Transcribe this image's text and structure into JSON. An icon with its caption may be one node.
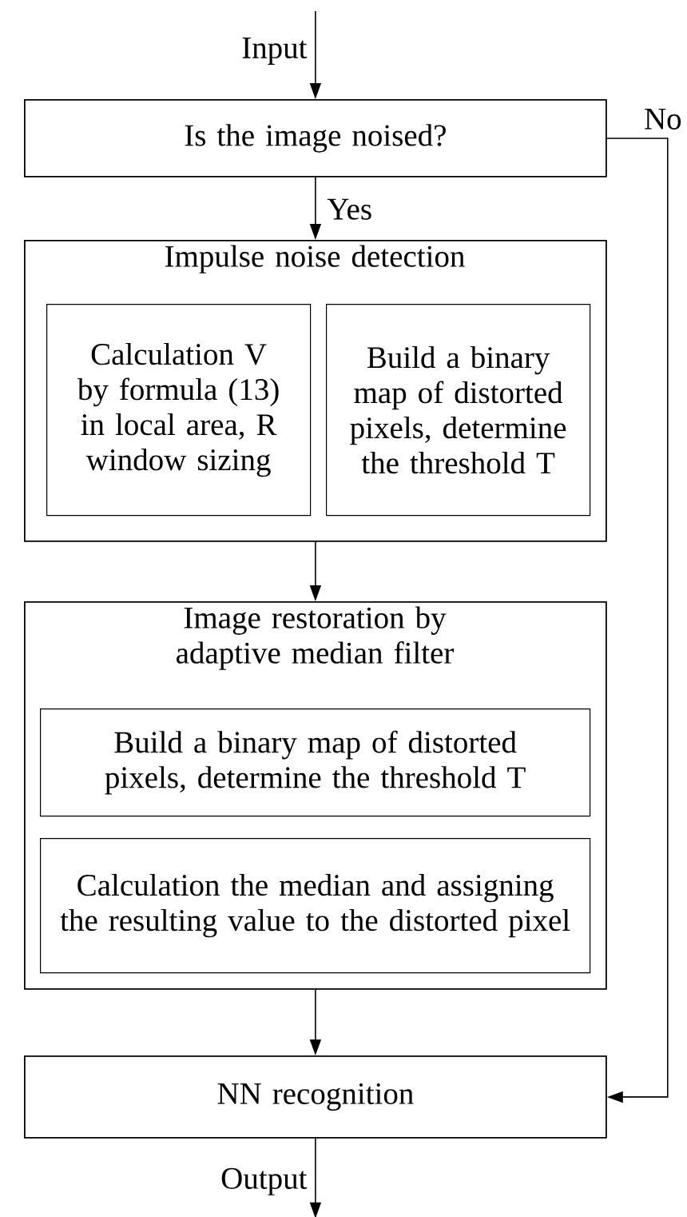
{
  "diagram": {
    "nodes": [
      {
        "text": [
          "Is the image noised?"
        ]
      },
      {
        "text": [
          "Impulse noise detection"
        ]
      },
      {
        "text": [
          "Calculation V by formula (13) in local area, R window sizing"
        ],
        "in": 1
      },
      {
        "text": [
          "Build a binary map of distorted pixels, determine the threshold T"
        ],
        "in": 1
      },
      {
        "text": [
          "Image restoration by adaptive median filter"
        ]
      },
      {
        "text": [
          "Build a binary map of distorted pixels, determine the threshold T"
        ],
        "in": 4
      },
      {
        "text": [
          "Calculation the median and assigning the resulting value to the distorted pixel"
        ],
        "in": 4
      },
      {
        "text": [
          "NN recognition"
        ]
      }
    ],
    "edges": [
      {
        "from": null,
        "to": 0,
        "arrow": "to",
        "label": "Input"
      },
      {
        "from": 0,
        "to": 1,
        "arrow": "to",
        "label": "Yes"
      },
      {
        "from": 1,
        "to": 4,
        "arrow": "to"
      },
      {
        "from": 4,
        "to": 7,
        "arrow": "to"
      },
      {
        "from": 0,
        "to": 7,
        "arrow": "to",
        "label": "No"
      },
      {
        "from": 7,
        "to": null,
        "arrow": "to",
        "label": "Output"
      }
    ]
  }
}
